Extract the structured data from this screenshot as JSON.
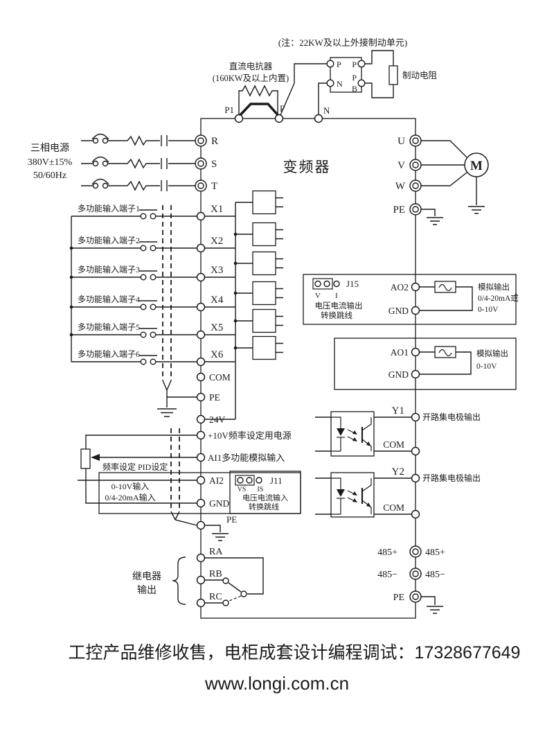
{
  "top": {
    "note": "(注：22KW及以上外接制动单元)",
    "brake_resistor": "制动电阻",
    "dc_reactor_1": "直流电抗器",
    "dc_reactor_2": "(160KW及以上内置)",
    "p1": "P1",
    "p": "P",
    "n": "N",
    "bu_p_left": "P",
    "bu_n_left": "N",
    "bu_p_right": "P",
    "bu_pb_p": "P",
    "bu_pb_b": "B"
  },
  "power": {
    "l1": "三相电源",
    "l2": "380V±15%",
    "l3": "50/60Hz",
    "r": "R",
    "s": "S",
    "t": "T"
  },
  "inverter": {
    "title": "变频器"
  },
  "motor": {
    "u": "U",
    "v": "V",
    "w": "W",
    "pe": "PE",
    "m": "M"
  },
  "digital": {
    "rows": [
      {
        "label": "多功能输入端子1",
        "t": "X1"
      },
      {
        "label": "多功能输入端子2",
        "t": "X2"
      },
      {
        "label": "多功能输入端子3",
        "t": "X3"
      },
      {
        "label": "多功能输入端子4",
        "t": "X4"
      },
      {
        "label": "多功能输入端子5",
        "t": "X5"
      },
      {
        "label": "多功能输入端子6",
        "t": "X6"
      }
    ],
    "com": "COM",
    "pe": "PE",
    "v24": "24V"
  },
  "analog": {
    "p10": "+10V频率设定用电源",
    "ai1": "AI1多功能模拟输入",
    "ai2": "AI2",
    "gnd": "GND",
    "pe": "PE",
    "pot": "频率设定 PID设定",
    "in1": "0-10V输入",
    "in2": "0/4-20mA输入"
  },
  "j11": {
    "name": "J11",
    "vs": "VS",
    "is": "IS",
    "l1": "电压电流输入",
    "l2": "转换跳线"
  },
  "j15": {
    "name": "J15",
    "v": "V",
    "i": "I",
    "l1": "电压电流输出",
    "l2": "转换跳线",
    "ao2": "AO2",
    "gnd": "GND",
    "o1": "模拟输出",
    "o2": "0/4-20mA或",
    "o3": "0-10V"
  },
  "ao1": {
    "ao1": "AO1",
    "gnd": "GND",
    "o1": "模拟输出",
    "o2": "0-10V"
  },
  "y": {
    "y1": "Y1",
    "com1": "COM",
    "y2": "Y2",
    "com2": "COM",
    "oc1": "开路集电极输出",
    "oc2": "开路集电极输出"
  },
  "comm": {
    "p1": "485+",
    "m1": "485−",
    "p2": "485+",
    "m2": "485−",
    "pe": "PE"
  },
  "relay": {
    "l1": "继电器",
    "l2": "输出",
    "ra": "RA",
    "rb": "RB",
    "rc": "RC"
  },
  "footer": {
    "line1": "工控产品维修收售，电柜成套设计编程调试：17328677649",
    "line2": "www.longi.com.cn"
  },
  "colors": {
    "accent_red": "#ea4b35",
    "line": "#1a1a1a"
  }
}
